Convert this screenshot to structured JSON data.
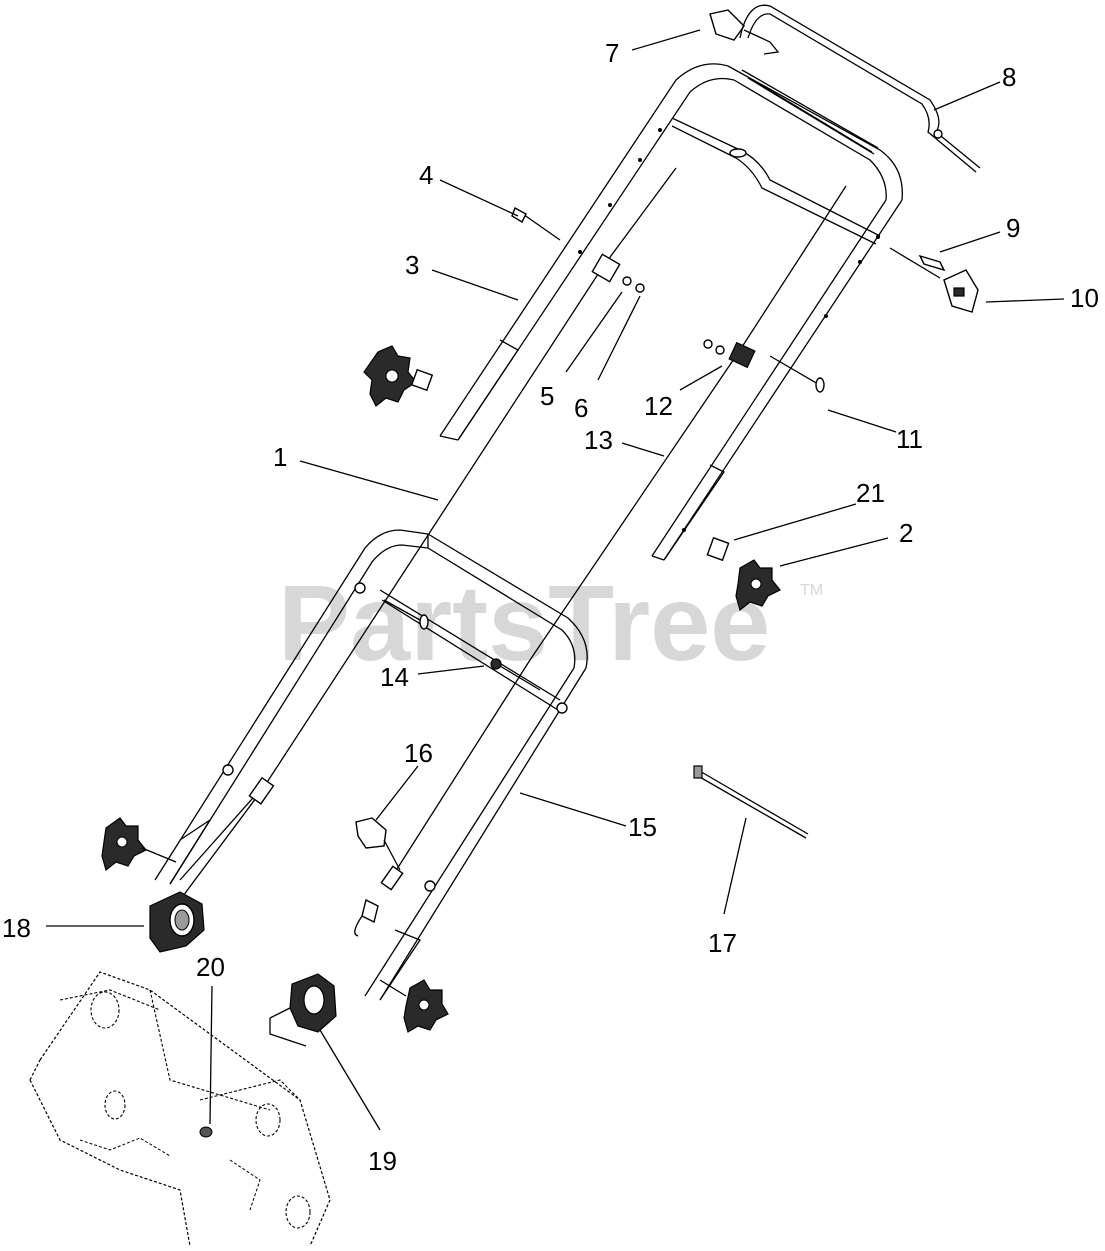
{
  "watermark": {
    "text": "PartsTree",
    "trademark": "TM"
  },
  "callouts": [
    {
      "id": "c1",
      "label": "1"
    },
    {
      "id": "c2",
      "label": "2"
    },
    {
      "id": "c3",
      "label": "3"
    },
    {
      "id": "c4",
      "label": "4"
    },
    {
      "id": "c5",
      "label": "5"
    },
    {
      "id": "c6",
      "label": "6"
    },
    {
      "id": "c7",
      "label": "7"
    },
    {
      "id": "c8",
      "label": "8"
    },
    {
      "id": "c9",
      "label": "9"
    },
    {
      "id": "c10",
      "label": "10"
    },
    {
      "id": "c11",
      "label": "11"
    },
    {
      "id": "c12",
      "label": "12"
    },
    {
      "id": "c13",
      "label": "13"
    },
    {
      "id": "c14",
      "label": "14"
    },
    {
      "id": "c15",
      "label": "15"
    },
    {
      "id": "c16",
      "label": "16"
    },
    {
      "id": "c17",
      "label": "17"
    },
    {
      "id": "c18",
      "label": "18"
    },
    {
      "id": "c19",
      "label": "19"
    },
    {
      "id": "c20",
      "label": "20"
    },
    {
      "id": "c21",
      "label": "21"
    }
  ]
}
